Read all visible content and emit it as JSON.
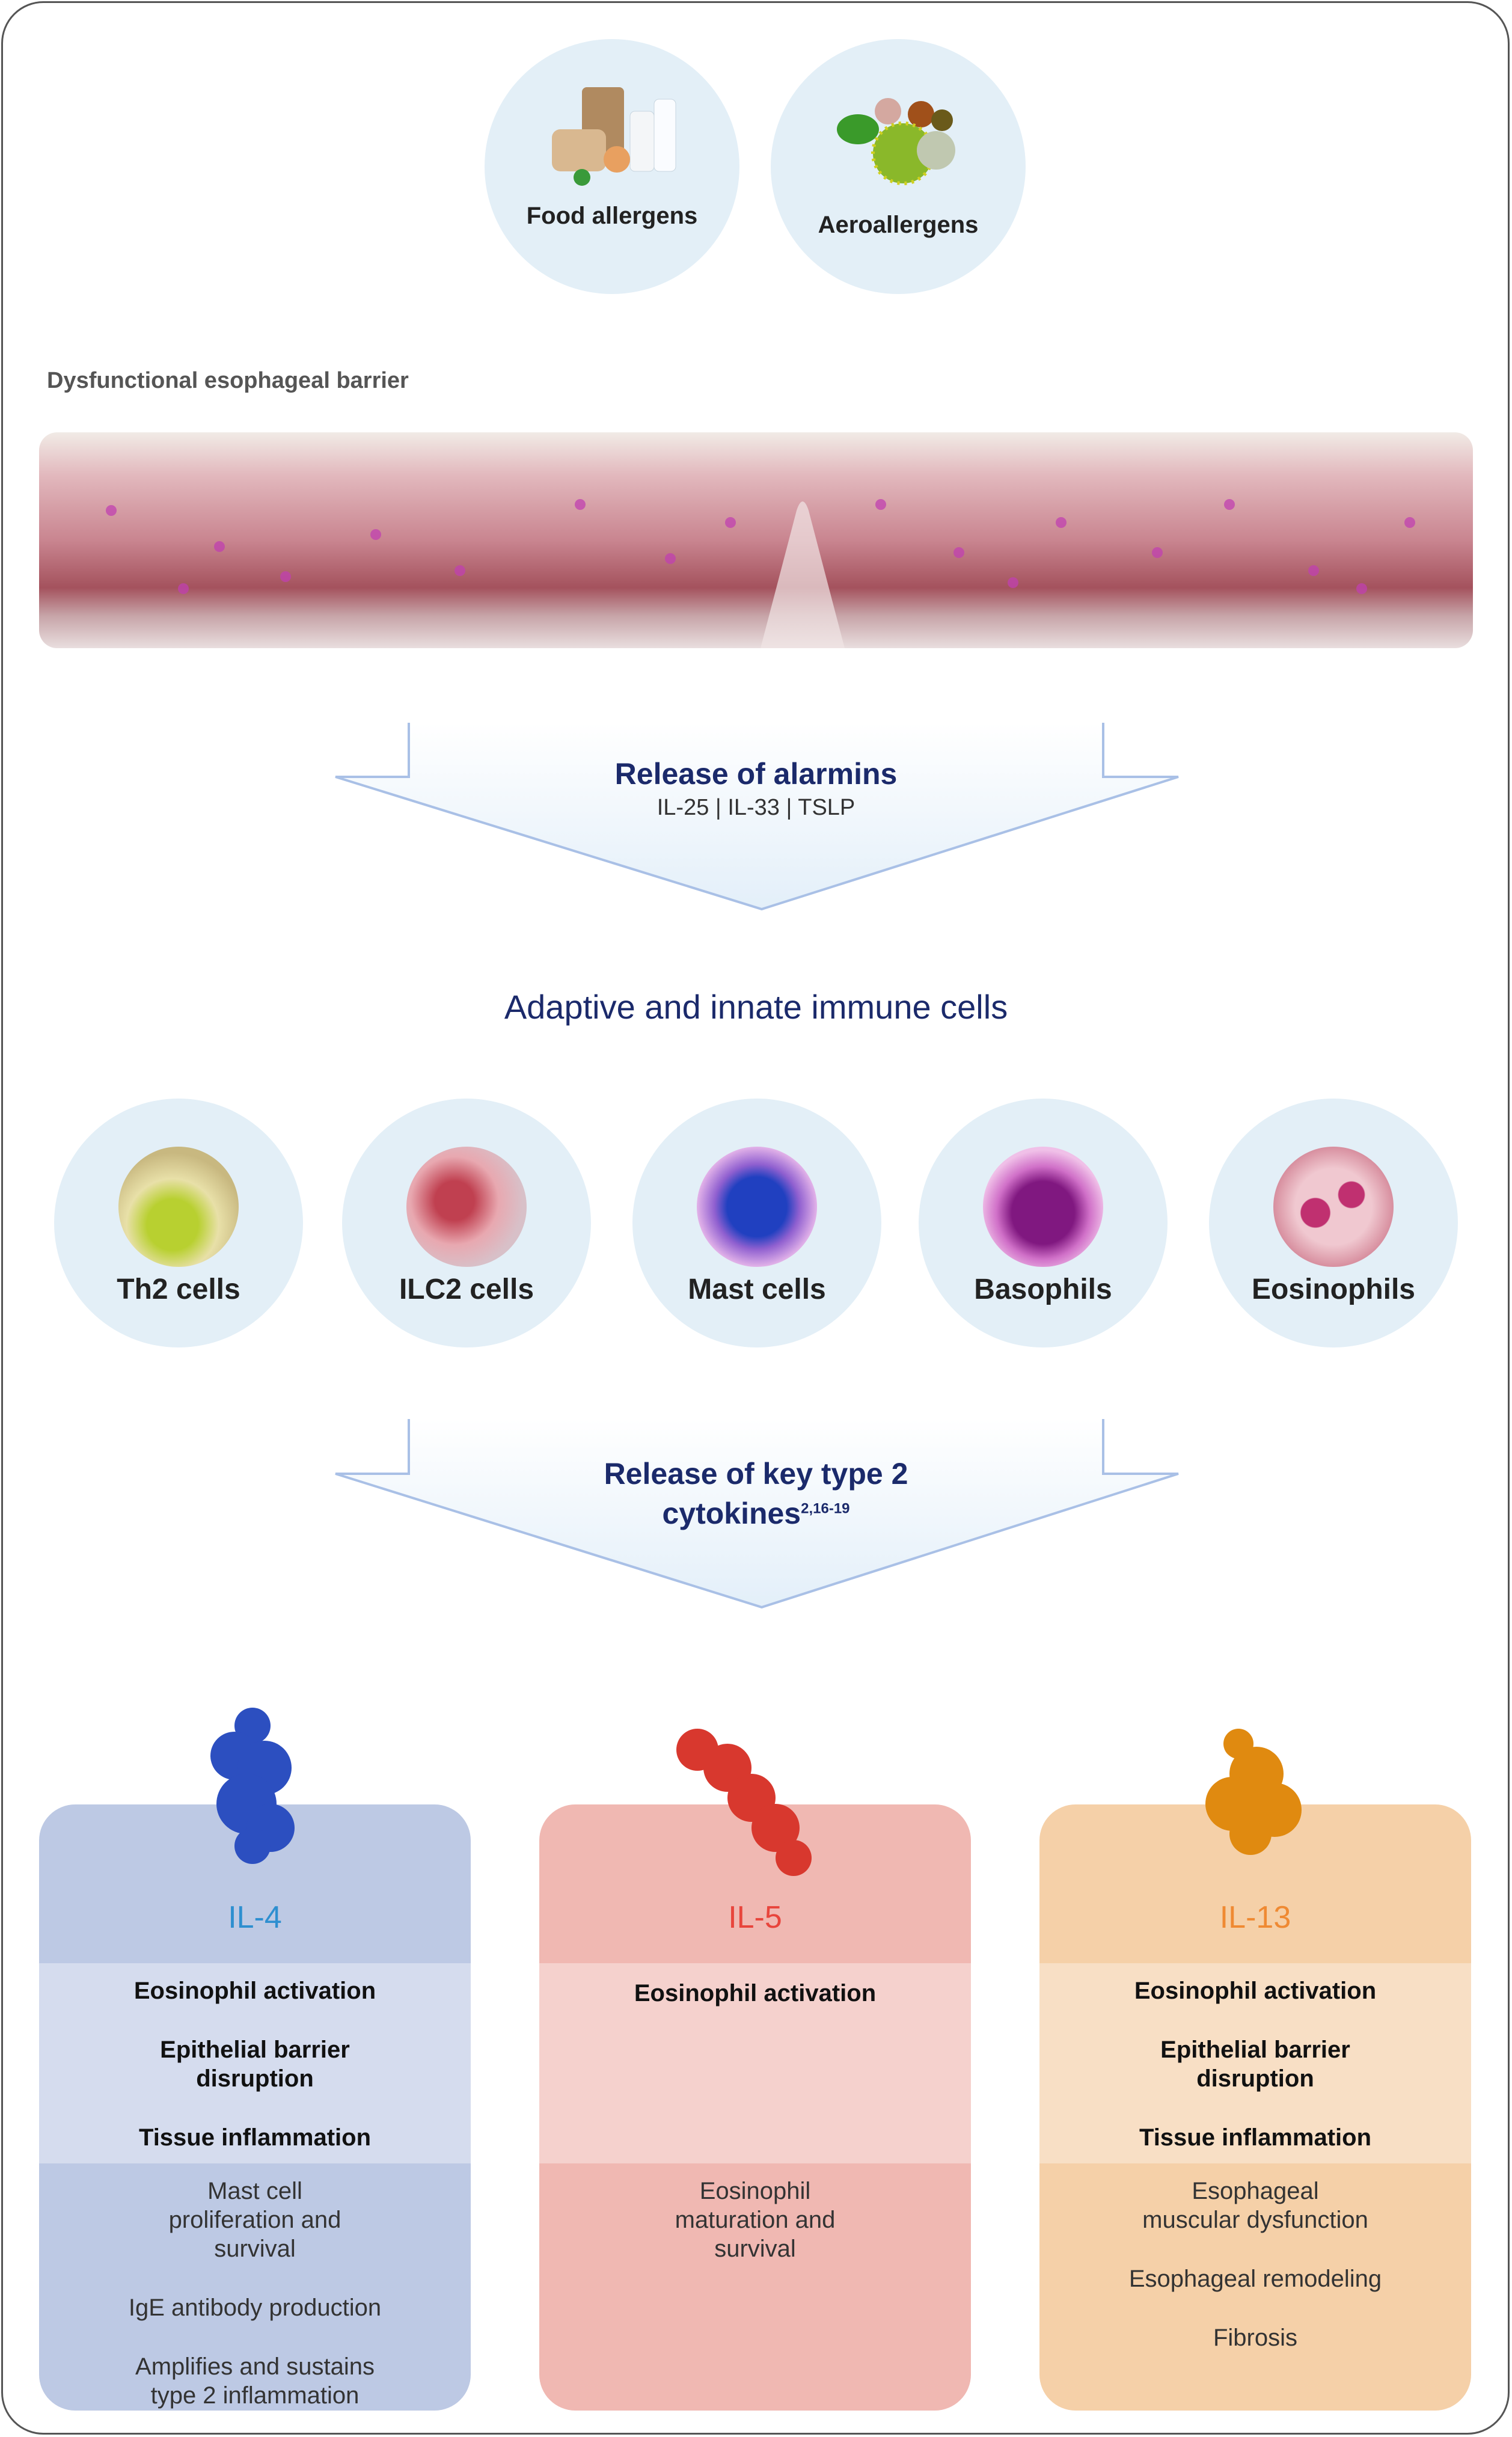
{
  "allergens": [
    {
      "label": "Food allergens",
      "icon": "food-icon"
    },
    {
      "label": "Aeroallergens",
      "icon": "pollen-icon"
    }
  ],
  "barrier": {
    "title": "Dysfunctional esophageal barrier"
  },
  "arrow1": {
    "title": "Release of alarmins",
    "subtitle": "IL-25 | IL-33 | TSLP"
  },
  "immune": {
    "title": "Adaptive and innate immune cells",
    "cells": [
      {
        "label": "Th2 cells",
        "color": "#e7e0a0"
      },
      {
        "label": "ILC2 cells",
        "color": "#e7a0a8"
      },
      {
        "label": "Mast cells",
        "color": "#4b5fd0"
      },
      {
        "label": "Basophils",
        "color": "#9a2a9a"
      },
      {
        "label": "Eosinophils",
        "color": "#d98aa0"
      }
    ]
  },
  "arrow2": {
    "title_line1": "Release of key type 2",
    "title_line2": "cytokines",
    "superscript": "2,16-19"
  },
  "cytokines": [
    {
      "name": "IL-4",
      "color": "#2e8fd0",
      "header_bg": "#bdc9e4",
      "mid_bg": "#d5dcee",
      "mol": "#2c4fc0",
      "shared": [
        "Eosinophil activation",
        "Epithelial barrier disruption",
        "Tissue inflammation"
      ],
      "specific": [
        "Mast cell proliferation and survival",
        "IgE antibody production",
        "Amplifies and sustains type 2 inflammation"
      ]
    },
    {
      "name": "IL-5",
      "color": "#e8453c",
      "header_bg": "#f0b8b2",
      "mid_bg": "#f5d1cd",
      "mol": "#d8382e",
      "shared": [
        "Eosinophil activation"
      ],
      "specific": [
        "Eosinophil maturation and survival"
      ]
    },
    {
      "name": "IL-13",
      "color": "#ef8a33",
      "header_bg": "#f5d0a8",
      "mid_bg": "#f8dfc5",
      "mol": "#e08a10",
      "shared": [
        "Eosinophil activation",
        "Epithelial barrier disruption",
        "Tissue inflammation"
      ],
      "specific": [
        "Esophageal muscular dysfunction",
        "Esophageal remodeling",
        "Fibrosis"
      ]
    }
  ]
}
